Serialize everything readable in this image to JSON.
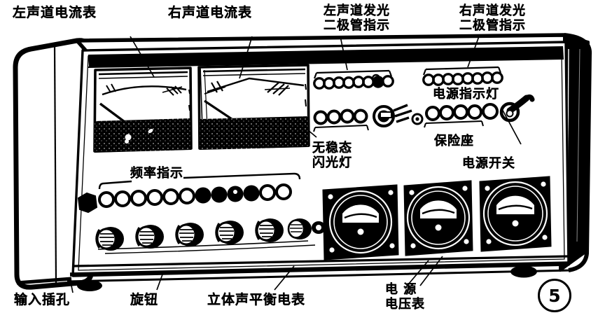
{
  "figure": {
    "number": "5",
    "caption_language": "zh",
    "type": "line-art technical illustration",
    "subject": "stereo amplifier front panel"
  },
  "callouts": {
    "left_channel_current_meter": "左声道电流表",
    "right_channel_current_meter": "右声道电流表",
    "left_channel_led_indicator": "左声道发光\n二极管指示",
    "left_channel_led_indicator_l1": "左声道发光",
    "left_channel_led_indicator_l2": "二极管指示",
    "right_channel_led_indicator_l1": "右声道发光",
    "right_channel_led_indicator_l2": "二极管指示",
    "power_indicator_lamp": "电源指示灯",
    "fuse_holder": "保险座",
    "power_switch": "电源开关",
    "astable_flash_lamp_l1": "无稳态",
    "astable_flash_lamp_l2": "闪光灯",
    "frequency_indicator": "频率指示",
    "input_jack": "输入插孔",
    "knob": "旋钮",
    "stereo_balance_meter": "立体声平衡电表",
    "power_voltage_meter_l1": "电 源",
    "power_voltage_meter_l2": "电压表"
  },
  "panel": {
    "vu_meters": [
      {
        "name": "left-channel-vu-meter"
      },
      {
        "name": "right-channel-vu-meter"
      }
    ],
    "led_rows": [
      {
        "name": "left-channel-led-row",
        "count": 8
      },
      {
        "name": "right-channel-led-row",
        "count": 8
      },
      {
        "name": "astable-flash-lamp-row",
        "count": 4
      },
      {
        "name": "power-indicator-led-row",
        "count": 5
      },
      {
        "name": "frequency-indicator-led-row",
        "count": 12
      }
    ],
    "knob_row": {
      "name": "control-knob-row",
      "count": 7
    },
    "round_meters": [
      {
        "name": "stereo-balance-meter-left"
      },
      {
        "name": "stereo-balance-meter-right"
      },
      {
        "name": "power-voltage-meter"
      }
    ],
    "toggle_switch": {
      "name": "power-toggle-switch"
    },
    "fuse": {
      "name": "fuse-holder-socket"
    },
    "input_jack": {
      "name": "input-jack-socket"
    },
    "feet": {
      "count": 2
    }
  },
  "colors": {
    "ink": "#000000",
    "paper": "#ffffff",
    "panel_fill": "#ffffff",
    "bezel": "#000000",
    "side_shade": "#0a0a0a"
  }
}
